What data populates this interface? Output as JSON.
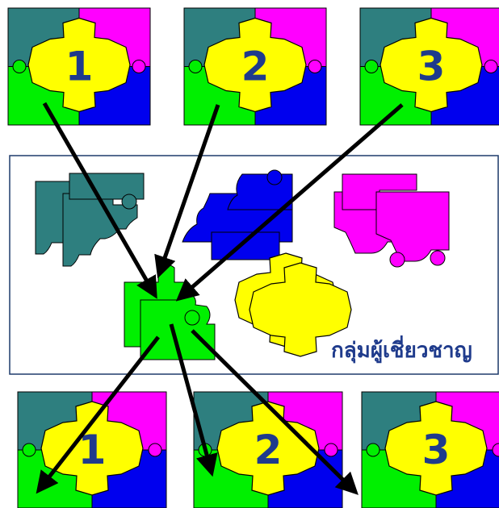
{
  "colors": {
    "teal": "#2e7f7f",
    "magenta": "#ff00ff",
    "green": "#00f000",
    "blue": "#0000ee",
    "yellow": "#ffff00",
    "number": "#1f3b8c",
    "box_border": "#1f3b6b",
    "label": "#1f3b8c",
    "arrow": "#000000"
  },
  "home_groups_top": [
    {
      "number": "1"
    },
    {
      "number": "2"
    },
    {
      "number": "3"
    }
  ],
  "home_groups_bottom": [
    {
      "number": "1"
    },
    {
      "number": "2"
    },
    {
      "number": "3"
    }
  ],
  "expert_group": {
    "label": "กลุ่มผู้เชี่ยวชาญ",
    "piece_groups": [
      "teal-pieces",
      "blue-pieces",
      "magenta-pieces",
      "green-pieces",
      "yellow-pieces"
    ]
  }
}
